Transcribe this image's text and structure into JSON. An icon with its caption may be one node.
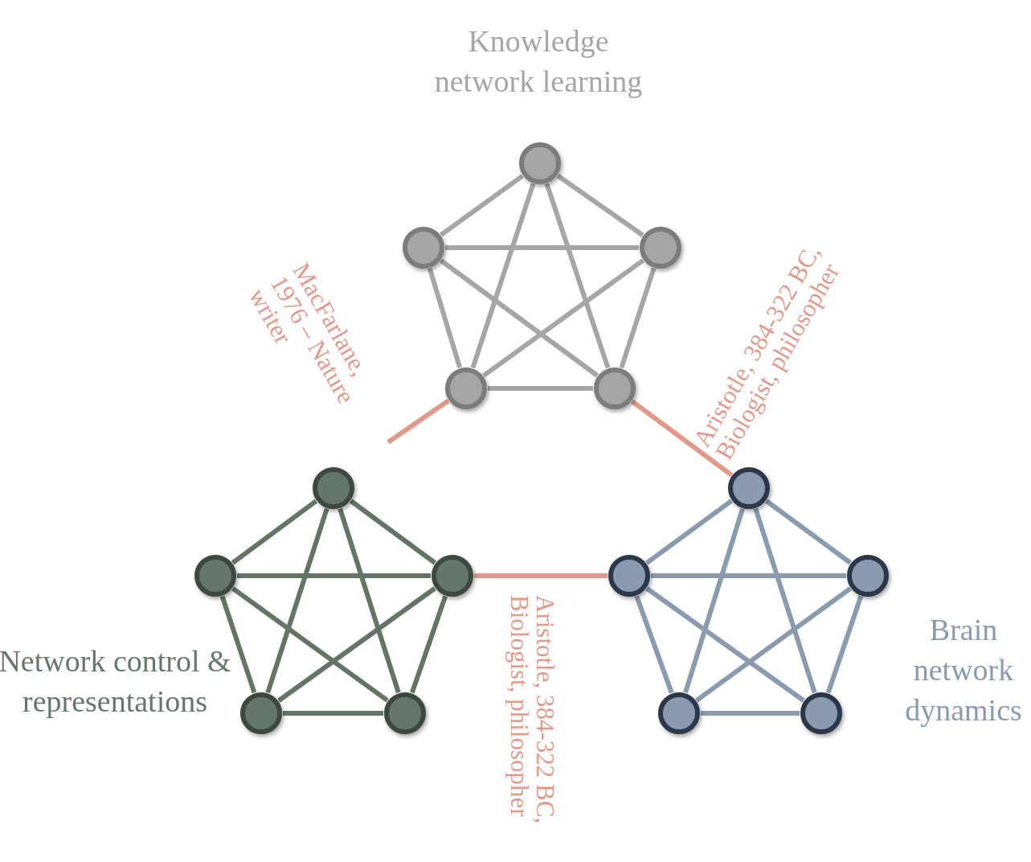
{
  "diagram": {
    "nodes": [
      {
        "text": [],
        "shape": "circle"
      },
      {
        "text": [],
        "shape": "circle"
      },
      {
        "text": [],
        "shape": "circle"
      },
      {
        "text": [],
        "shape": "circle"
      },
      {
        "text": [],
        "shape": "circle"
      },
      {
        "text": [],
        "shape": "circle"
      },
      {
        "text": [],
        "shape": "circle"
      },
      {
        "text": [],
        "shape": "circle"
      },
      {
        "text": [],
        "shape": "circle"
      },
      {
        "text": [],
        "shape": "circle"
      },
      {
        "text": [],
        "shape": "circle"
      },
      {
        "text": [],
        "shape": "circle"
      },
      {
        "text": [],
        "shape": "circle"
      },
      {
        "text": [],
        "shape": "circle"
      },
      {
        "text": [],
        "shape": "circle"
      }
    ],
    "edges": [
      {
        "from": 0,
        "to": 1,
        "arrow": "none",
        "color": "#a6a6a6"
      },
      {
        "from": 0,
        "to": 2,
        "arrow": "none",
        "color": "#a6a6a6"
      },
      {
        "from": 0,
        "to": 3,
        "arrow": "none",
        "color": "#a6a6a6"
      },
      {
        "from": 0,
        "to": 4,
        "arrow": "none",
        "color": "#a6a6a6"
      },
      {
        "from": 1,
        "to": 2,
        "arrow": "none",
        "color": "#a6a6a6"
      },
      {
        "from": 1,
        "to": 3,
        "arrow": "none",
        "color": "#a6a6a6"
      },
      {
        "from": 1,
        "to": 4,
        "arrow": "none",
        "color": "#a6a6a6"
      },
      {
        "from": 2,
        "to": 3,
        "arrow": "none",
        "color": "#a6a6a6"
      },
      {
        "from": 2,
        "to": 4,
        "arrow": "none",
        "color": "#a6a6a6"
      },
      {
        "from": 3,
        "to": 4,
        "arrow": "none",
        "color": "#a6a6a6"
      },
      {
        "from": 5,
        "to": 6,
        "arrow": "none",
        "color": "#647565"
      },
      {
        "from": 5,
        "to": 7,
        "arrow": "none",
        "color": "#647565"
      },
      {
        "from": 5,
        "to": 8,
        "arrow": "none",
        "color": "#647565"
      },
      {
        "from": 5,
        "to": 9,
        "arrow": "none",
        "color": "#647565"
      },
      {
        "from": 6,
        "to": 7,
        "arrow": "none",
        "color": "#647565"
      },
      {
        "from": 6,
        "to": 8,
        "arrow": "none",
        "color": "#647565"
      },
      {
        "from": 6,
        "to": 9,
        "arrow": "none",
        "color": "#647565"
      },
      {
        "from": 7,
        "to": 8,
        "arrow": "none",
        "color": "#647565"
      },
      {
        "from": 7,
        "to": 9,
        "arrow": "none",
        "color": "#647565"
      },
      {
        "from": 8,
        "to": 9,
        "arrow": "none",
        "color": "#647565"
      },
      {
        "from": 10,
        "to": 11,
        "arrow": "none",
        "color": "#8a9bb0"
      },
      {
        "from": 10,
        "to": 12,
        "arrow": "none",
        "color": "#8a9bb0"
      },
      {
        "from": 10,
        "to": 13,
        "arrow": "none",
        "color": "#8a9bb0"
      },
      {
        "from": 10,
        "to": 14,
        "arrow": "none",
        "color": "#8a9bb0"
      },
      {
        "from": 11,
        "to": 12,
        "arrow": "none",
        "color": "#8a9bb0"
      },
      {
        "from": 11,
        "to": 13,
        "arrow": "none",
        "color": "#8a9bb0"
      },
      {
        "from": 11,
        "to": 14,
        "arrow": "none",
        "color": "#8a9bb0"
      },
      {
        "from": 12,
        "to": 13,
        "arrow": "none",
        "color": "#8a9bb0"
      },
      {
        "from": 12,
        "to": 14,
        "arrow": "none",
        "color": "#8a9bb0"
      },
      {
        "from": 13,
        "to": 14,
        "arrow": "none",
        "color": "#8a9bb0"
      },
      {
        "from": null,
        "to": 3,
        "arrow": "none",
        "color": "#e3998a",
        "label": "MacFarlane, 1976 – Nature writer"
      },
      {
        "from": 4,
        "to": 10,
        "arrow": "none",
        "color": "#e3998a",
        "label": "Aristotle, 384-322 BC, Biologist, philosopher"
      },
      {
        "from": 7,
        "to": 11,
        "arrow": "none",
        "color": "#e3998a",
        "label": "Aristotle, 384-322 BC, Biologist, philosopher"
      }
    ],
    "labels": [
      "Knowledge network learning",
      "Network control & representations",
      "Brain network dynamics"
    ]
  }
}
